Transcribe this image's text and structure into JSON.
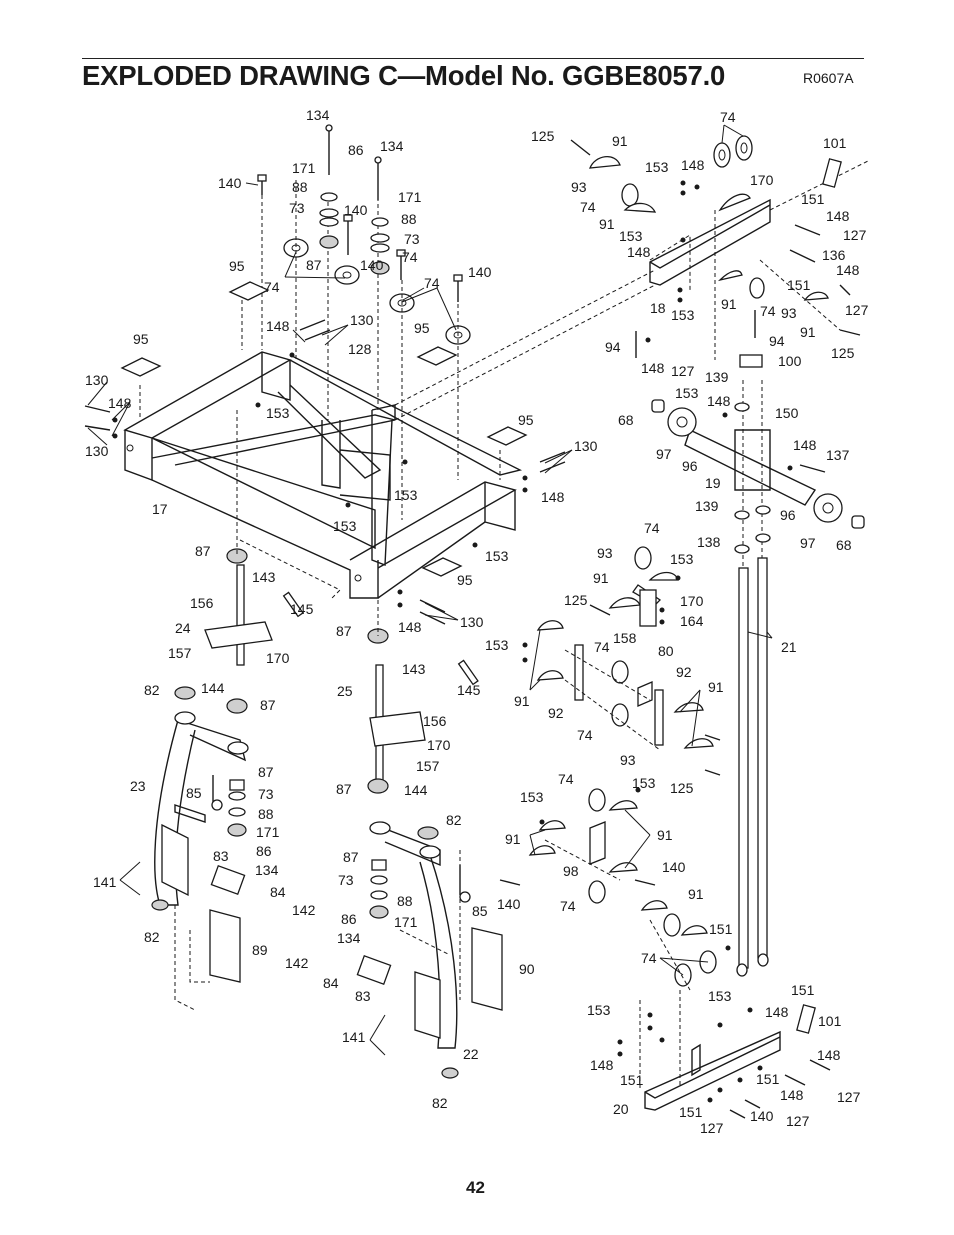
{
  "header": {
    "title": "EXPLODED DRAWING C—Model No. GGBE8057.0",
    "drawing_code": "R0607A"
  },
  "footer": {
    "page_number": "42"
  },
  "part_labels": [
    "134",
    "86",
    "134",
    "171",
    "88",
    "73",
    "140",
    "171",
    "88",
    "73",
    "87",
    "74",
    "140",
    "140",
    "74",
    "140",
    "95",
    "74",
    "95",
    "148",
    "130",
    "128",
    "95",
    "130",
    "148",
    "130",
    "153",
    "153",
    "153",
    "95",
    "130",
    "148",
    "17",
    "153",
    "87",
    "143",
    "156",
    "24",
    "145",
    "157",
    "170",
    "144",
    "148",
    "130",
    "87",
    "95",
    "82",
    "87",
    "23",
    "85",
    "87",
    "73",
    "88",
    "171",
    "86",
    "83",
    "134",
    "84",
    "141",
    "142",
    "82",
    "89",
    "143",
    "145",
    "25",
    "156",
    "170",
    "157",
    "87",
    "144",
    "82",
    "87",
    "73",
    "88",
    "86",
    "171",
    "134",
    "85",
    "142",
    "84",
    "83",
    "90",
    "141",
    "22",
    "82",
    "125",
    "91",
    "74",
    "101",
    "153",
    "148",
    "170",
    "93",
    "74",
    "91",
    "151",
    "148",
    "127",
    "153",
    "148",
    "136",
    "148",
    "151",
    "127",
    "18",
    "153",
    "91",
    "74",
    "93",
    "91",
    "125",
    "94",
    "94",
    "100",
    "148",
    "127",
    "139",
    "153",
    "148",
    "150",
    "68",
    "97",
    "96",
    "148",
    "137",
    "19",
    "139",
    "96",
    "97",
    "68",
    "138",
    "74",
    "93",
    "153",
    "91",
    "170",
    "125",
    "164",
    "158",
    "153",
    "80",
    "21",
    "74",
    "92",
    "91",
    "91",
    "92",
    "74",
    "93",
    "125",
    "74",
    "153",
    "153",
    "91",
    "91",
    "98",
    "140",
    "140",
    "74",
    "91",
    "151",
    "74",
    "151",
    "153",
    "148",
    "101",
    "153",
    "148",
    "148",
    "151",
    "151",
    "127",
    "20",
    "151",
    "140",
    "148",
    "127",
    "127"
  ]
}
